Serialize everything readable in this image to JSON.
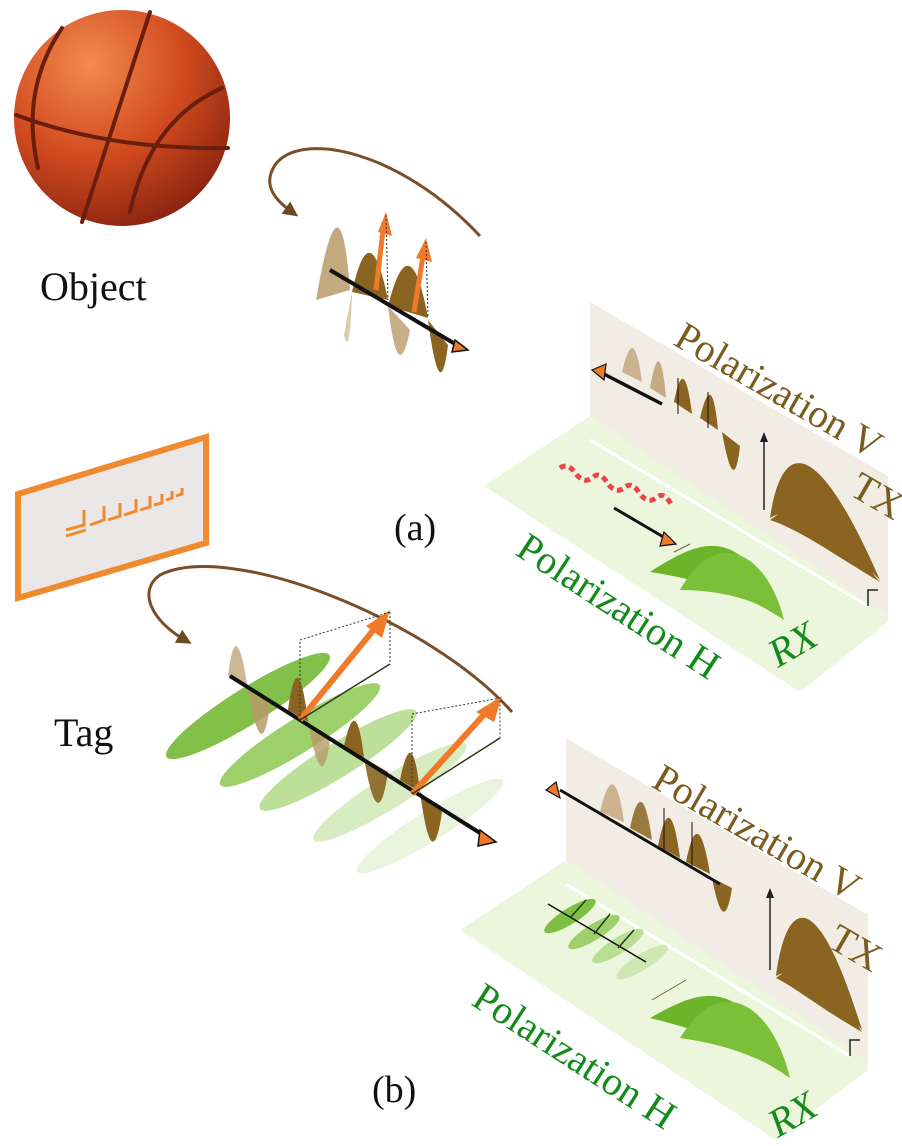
{
  "labels": {
    "object": "Object",
    "tag": "Tag",
    "panel_a": "(a)",
    "panel_b": "(b)",
    "pol_v_a": "Polarization V",
    "pol_h_a": "Polarization H",
    "tx_a": "TX",
    "rx_a": "RX",
    "pol_v_b": "Polarization V",
    "pol_h_b": "Polarization H",
    "tx_b": "TX",
    "rx_b": "RX"
  },
  "colors": {
    "brown": "#8a6420",
    "brown_text": "#7a5c1e",
    "green": "#6cb52a",
    "green_text": "#138a1a",
    "orange": "#f07a2a",
    "tag_frame": "#f08a2e",
    "v_plane": "#f1ede4",
    "h_plane": "#ecf6dd",
    "red": "#e8454a"
  },
  "icons": [
    "basketball-icon",
    "tag-icon"
  ]
}
